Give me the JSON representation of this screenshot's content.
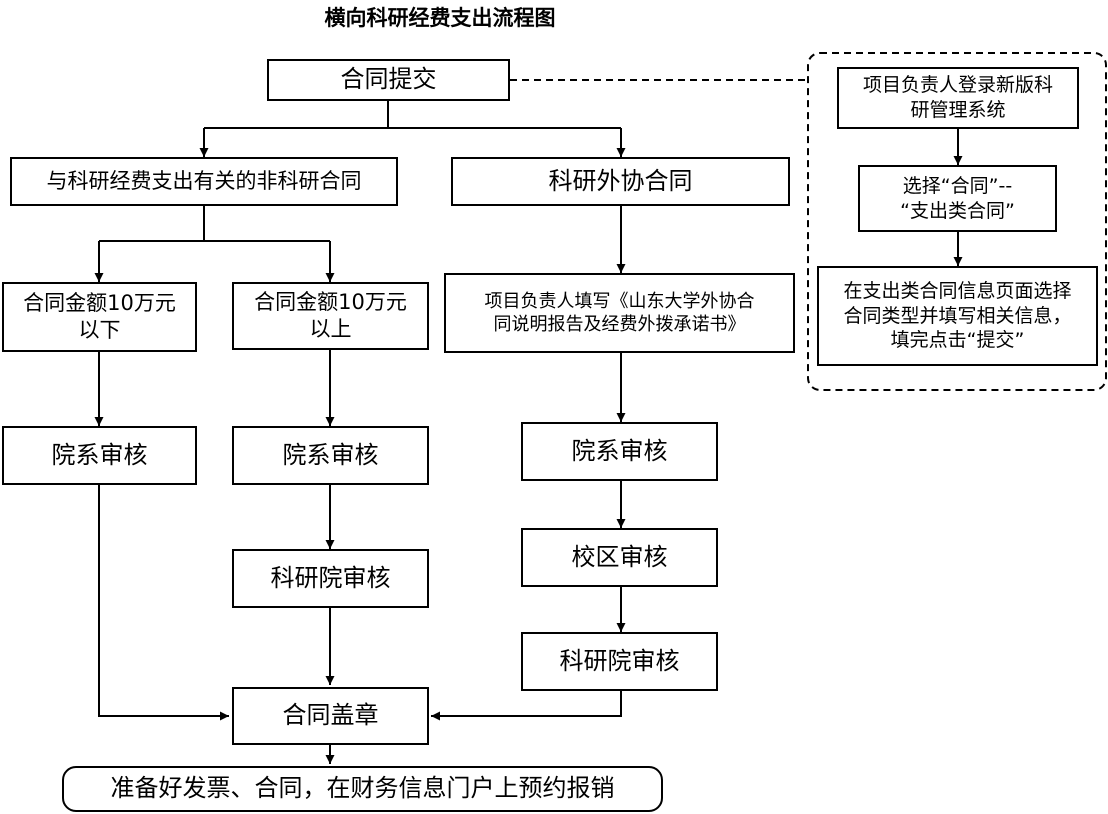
{
  "title": "横向科研经费支出流程图",
  "nodes": {
    "submit": "合同提交",
    "non_research": "与科研经费支出有关的非科研合同",
    "outsource": "科研外协合同",
    "below_line1": "合同金额10万元",
    "below_line2": "以下",
    "above_line1": "合同金额10万元",
    "above_line2": "以上",
    "fill_line1": "项目负责人填写《山东大学外协合",
    "fill_line2": "同说明报告及经费外拨承诺书》",
    "dept_review_a": "院系审核",
    "dept_review_b": "院系审核",
    "dept_review_c": "院系审核",
    "research_review_b": "科研院审核",
    "campus_review": "校区审核",
    "research_review_c": "科研院审核",
    "seal": "合同盖章",
    "final": "准备好发票、合同，在财务信息门户上预约报销"
  },
  "side": {
    "login_line1": "项目负责人登录新版科",
    "login_line2": "研管理系统",
    "select_line1": "选择“合同”--",
    "select_line2": "“支出类合同”",
    "info_line1": "在支出类合同信息页面选择",
    "info_line2": "合同类型并填写相关信息，",
    "info_line3": "填完点击“提交”"
  },
  "colors": {
    "stroke": "#000000",
    "background": "#ffffff"
  }
}
